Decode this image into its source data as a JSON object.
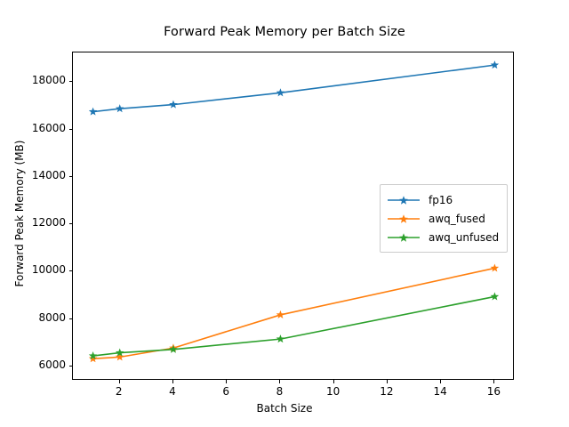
{
  "chart_data": {
    "type": "line",
    "title": "Forward Peak Memory per Batch Size",
    "xlabel": "Batch Size",
    "ylabel": "Forward Peak Memory (MB)",
    "x": [
      1,
      2,
      4,
      8,
      16
    ],
    "xlim": [
      0.25,
      16.75
    ],
    "ylim": [
      5400,
      19250
    ],
    "xticks": [
      2,
      4,
      6,
      8,
      10,
      12,
      14,
      16
    ],
    "yticks": [
      6000,
      8000,
      10000,
      12000,
      14000,
      16000,
      18000
    ],
    "xtick_labels": [
      "2",
      "4",
      "6",
      "8",
      "10",
      "12",
      "14",
      "16"
    ],
    "ytick_labels": [
      "6000",
      "8000",
      "10000",
      "12000",
      "14000",
      "16000",
      "18000"
    ],
    "grid": false,
    "legend_position": "center right",
    "marker": "star",
    "series": [
      {
        "name": "fp16",
        "color": "#1f77b4",
        "values": [
          16750,
          16880,
          17050,
          17550,
          18720
        ]
      },
      {
        "name": "awq_fused",
        "color": "#ff7f0e",
        "values": [
          6330,
          6400,
          6780,
          8180,
          10150
        ]
      },
      {
        "name": "awq_unfused",
        "color": "#2ca02c",
        "values": [
          6450,
          6580,
          6720,
          7160,
          8950
        ]
      }
    ]
  },
  "legend": {
    "items": [
      {
        "label": "fp16"
      },
      {
        "label": "awq_fused"
      },
      {
        "label": "awq_unfused"
      }
    ]
  }
}
